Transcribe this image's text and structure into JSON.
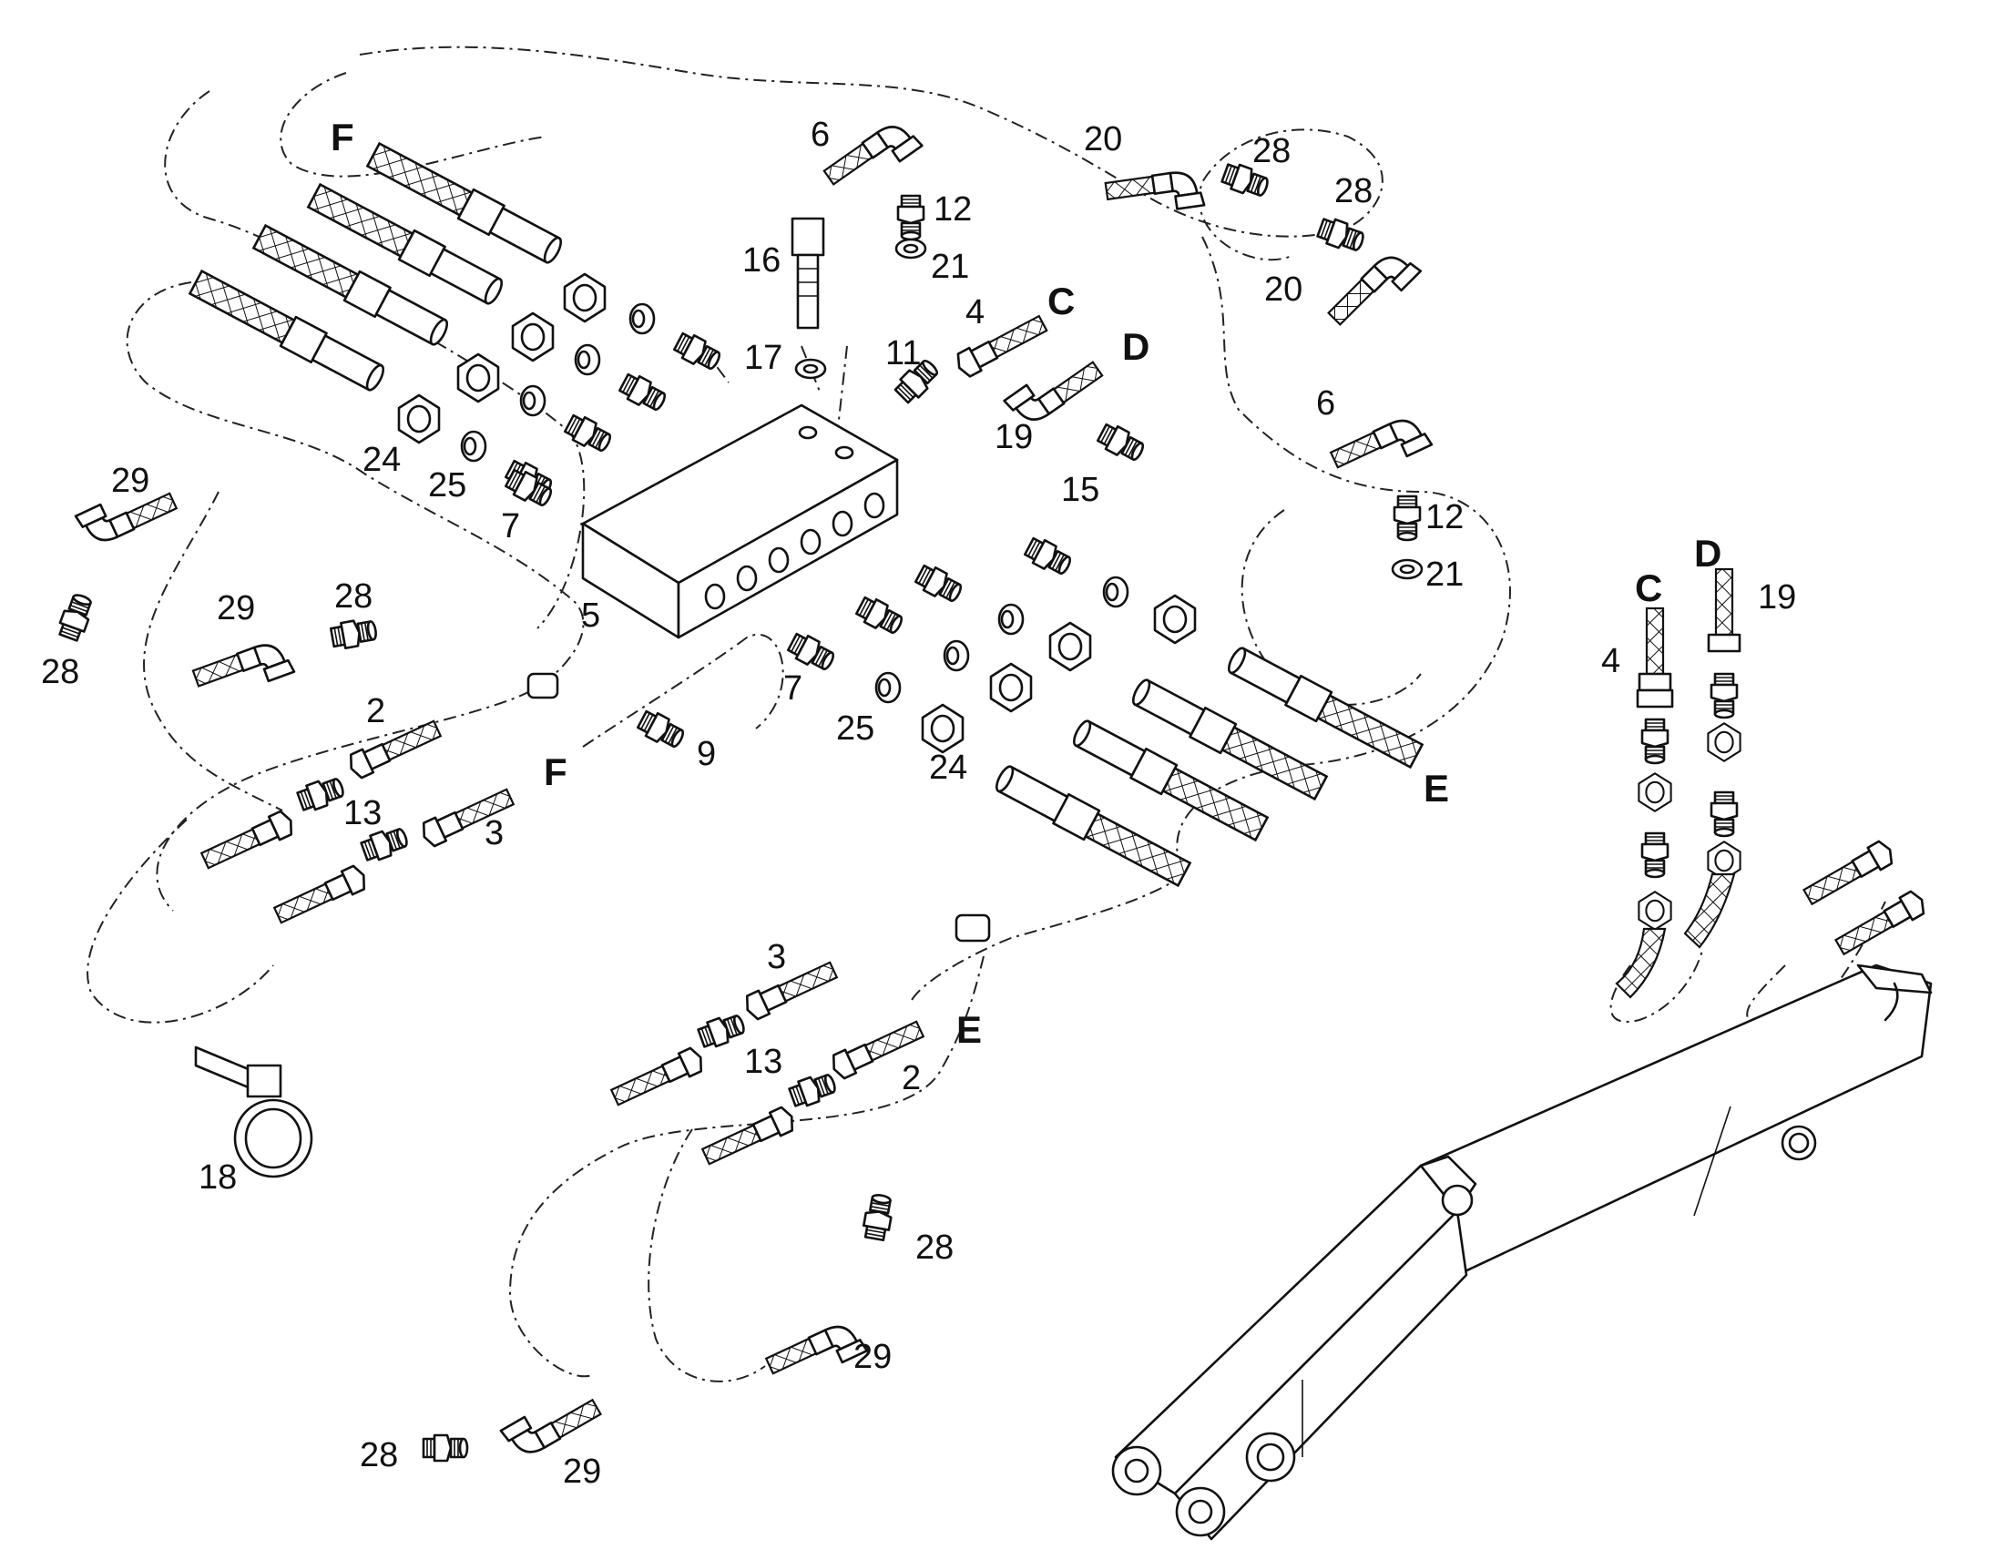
{
  "diagram": {
    "callouts": {
      "f_top": "F",
      "n6_top": "6",
      "n12_top": "12",
      "n21_top": "21",
      "n16": "16",
      "n20_top": "20",
      "n28_top_a": "28",
      "n28_top_b": "28",
      "n20_mid": "20",
      "n4_top": "4",
      "c_top": "C",
      "n11": "11",
      "n17": "17",
      "d_top": "D",
      "n19_top": "19",
      "n15": "15",
      "n6_right": "6",
      "n12_right": "12",
      "n21_right": "21",
      "n24_left": "24",
      "n25_left": "25",
      "n7_left": "7",
      "n5": "5",
      "n29_a": "29",
      "n29_b": "29",
      "n28_left_a": "28",
      "n28_left_b": "28",
      "n2_left": "2",
      "n13_left": "13",
      "f_mid": "F",
      "n3_left": "3",
      "n9": "9",
      "n7_mid": "7",
      "n25_mid": "25",
      "n24_mid": "24",
      "e_right": "E",
      "c_right": "C",
      "d_right": "D",
      "n4_right": "4",
      "n19_right": "19",
      "n3_bottom": "3",
      "n13_bottom": "13",
      "e_bottom": "E",
      "n2_bottom": "2",
      "n18": "18",
      "n28_bottom_a": "28",
      "n29_bottom_a": "29",
      "n28_bottom_b": "28",
      "n29_bottom_b": "29"
    },
    "colors": {
      "ink": "#111111",
      "background": "#ffffff"
    }
  }
}
